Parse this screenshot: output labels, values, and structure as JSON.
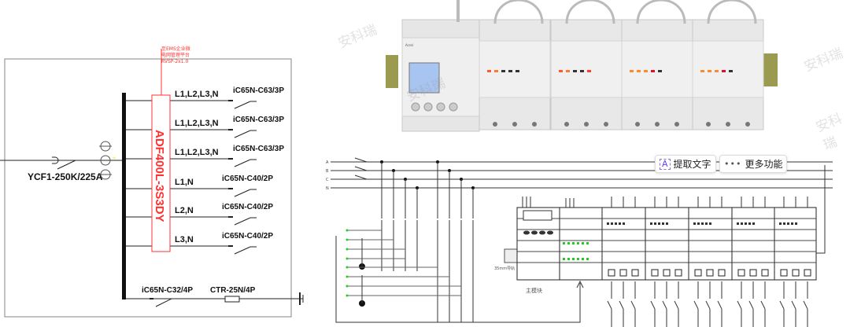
{
  "left_diagram": {
    "ems_note": [
      "至EMS企业微",
      "电网管理平台",
      "RVSP-2x1.0"
    ],
    "meter_label": "ADF400L-3S3DY",
    "main_breaker": "YCF1-250K/225A",
    "branches": [
      {
        "phase": "L1,L2,L3,N",
        "breaker": "iC65N-C63/3P"
      },
      {
        "phase": "L1,L2,L3,N",
        "breaker": "iC65N-C63/3P"
      },
      {
        "phase": "L1,L2,L3,N",
        "breaker": "iC65N-C63/3P"
      },
      {
        "phase": "L1,N",
        "breaker": "iC65N-C40/2P"
      },
      {
        "phase": "L2,N",
        "breaker": "iC65N-C40/2P"
      },
      {
        "phase": "L3,N",
        "breaker": "iC65N-C40/2P"
      }
    ],
    "spd_breaker": "iC65N-C32/4P",
    "spd": "CTR-25N/4P"
  },
  "right_diagram": {
    "bus_labels": [
      "A",
      "B",
      "C",
      "N"
    ],
    "rail_label": "35mm导轨",
    "main_module_label": "主模块"
  },
  "photo": {
    "brand": "Acrel",
    "watermark": "安科瑞"
  },
  "toolbar": {
    "extract_text": "提取文字",
    "more_features": "更多功能"
  },
  "colors": {
    "red": "#ff3030",
    "line": "#222222",
    "green": "#22cc22",
    "accent": "#6a3cf0"
  }
}
